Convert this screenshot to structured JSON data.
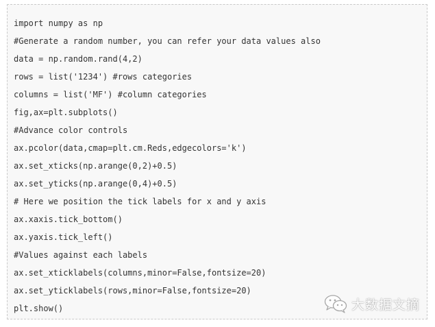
{
  "code": {
    "lines": [
      "import numpy as np",
      "#Generate a random number, you can refer your data values also",
      "data = np.random.rand(4,2)",
      "rows = list('1234') #rows categories",
      "columns = list('MF') #column categories",
      "fig,ax=plt.subplots()",
      "#Advance color controls",
      "ax.pcolor(data,cmap=plt.cm.Reds,edgecolors='k')",
      "ax.set_xticks(np.arange(0,2)+0.5)",
      "ax.set_yticks(np.arange(0,4)+0.5)",
      "# Here we position the tick labels for x and y axis",
      "ax.xaxis.tick_bottom()",
      "ax.yaxis.tick_left()",
      "#Values against each labels",
      "ax.set_xticklabels(columns,minor=False,fontsize=20)",
      "ax.set_yticklabels(rows,minor=False,fontsize=20)",
      "plt.show()"
    ]
  },
  "watermark": {
    "text": "大数据文摘",
    "icon": "wechat-icon"
  }
}
